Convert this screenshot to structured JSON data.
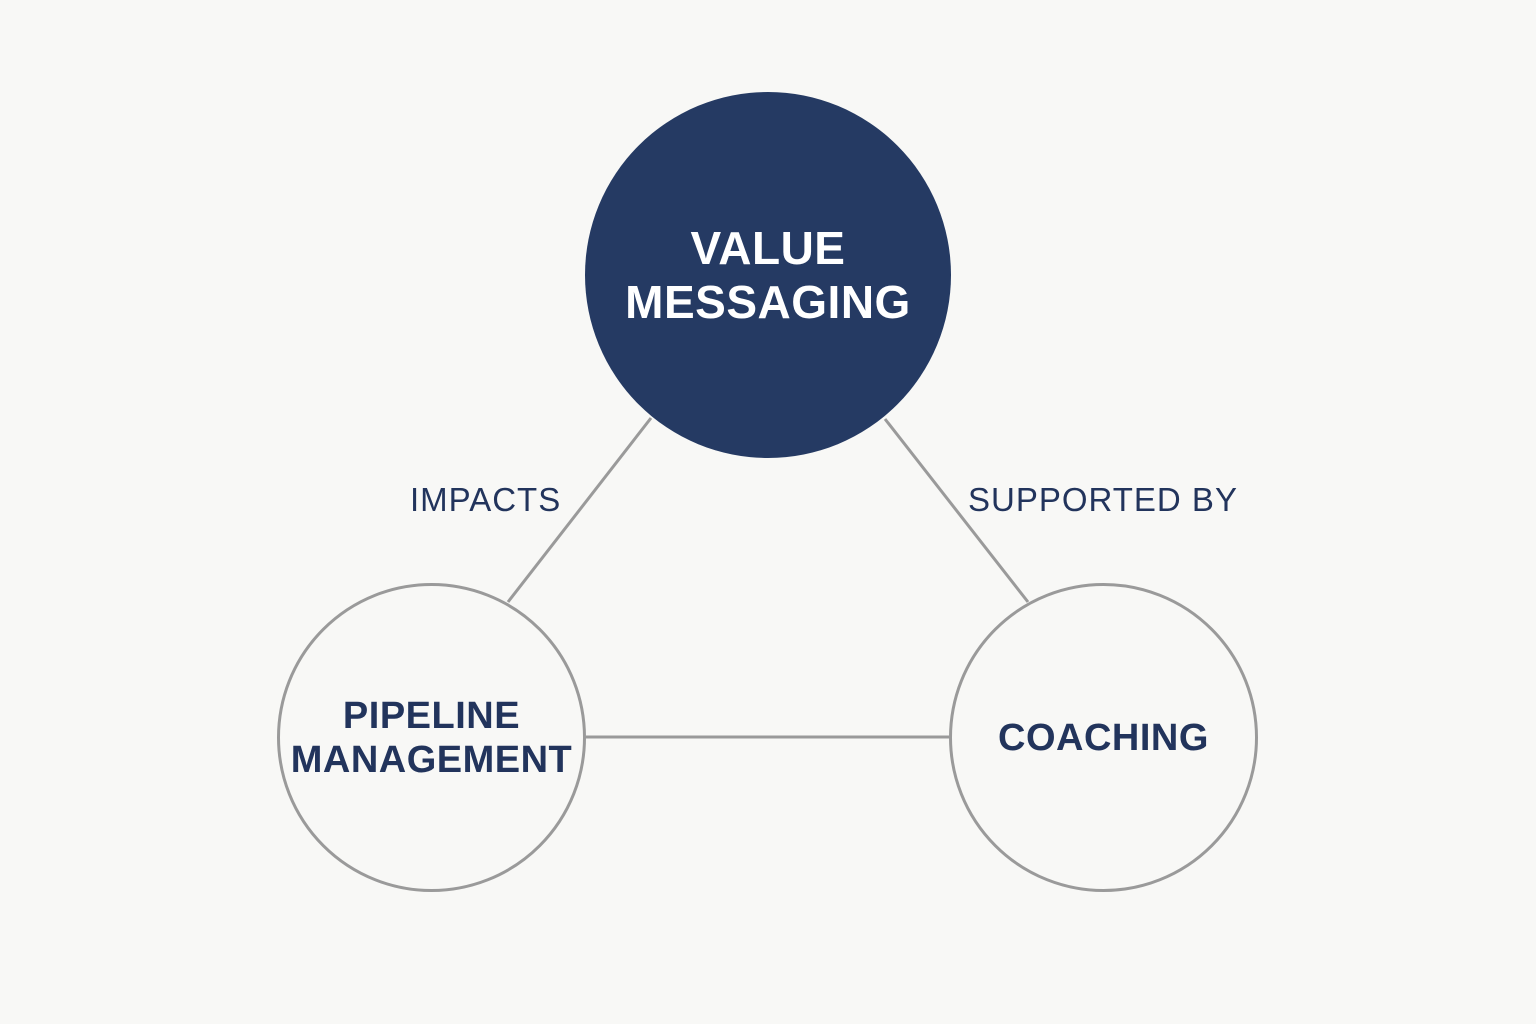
{
  "nodes": {
    "main": {
      "line1": "VALUE",
      "line2": "MESSAGING"
    },
    "left": {
      "line1": "PIPELINE",
      "line2": "MANAGEMENT"
    },
    "right": {
      "line1": "COACHING"
    }
  },
  "edges": {
    "left": "IMPACTS",
    "right": "SUPPORTED BY"
  },
  "colors": {
    "background": "#f8f8f6",
    "primary": "#253a63",
    "text_dark": "#22345c",
    "connector": "#9a9a9a"
  }
}
